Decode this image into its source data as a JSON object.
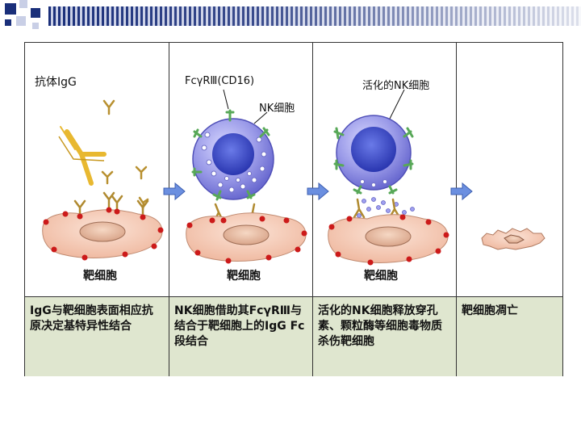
{
  "labels": {
    "igg": "抗体IgG",
    "fcr": "FcγRⅢ(CD16)",
    "nk": "NK细胞",
    "activated_nk": "活化的NK细胞",
    "target_cell": "靶细胞"
  },
  "captions": [
    "IgG与靶细胞表面相应抗原决定基特异性结合",
    "NK细胞借助其FcγRⅢ与结合于靶细胞上的IgG Fc段结合",
    "活化的NK细胞释放穿孔素、颗粒酶等细胞毒物质杀伤靶细胞",
    "靶细胞凋亡"
  ],
  "colors": {
    "stripe_dark": "#1a2f7a",
    "caption_bg": "#dfe6cf",
    "antibody": "#e8b830",
    "nk_cell": "#7070d8",
    "target_cell": "#f2c2a8",
    "arrow": "#6b8fe0"
  }
}
